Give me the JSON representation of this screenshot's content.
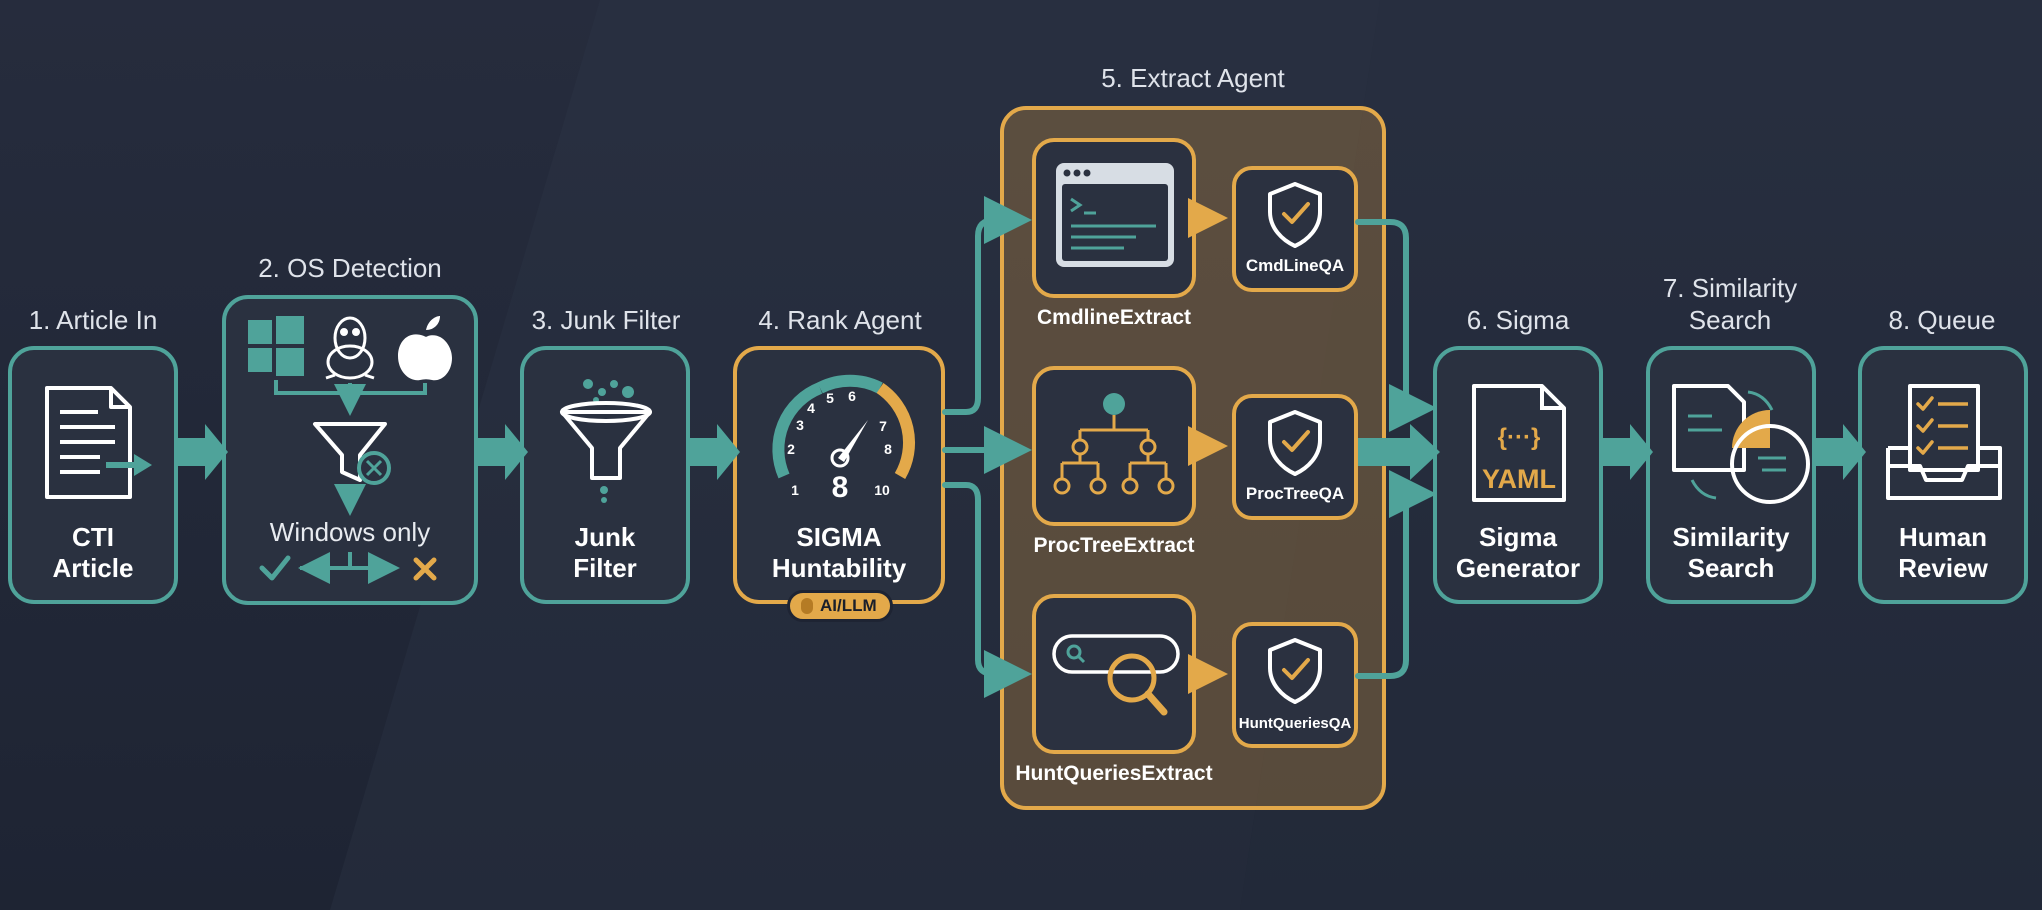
{
  "stages": [
    {
      "label": "1. Article In",
      "title_line1": "CTI",
      "title_line2": "Article"
    },
    {
      "label": "2. OS Detection",
      "note": "Windows only"
    },
    {
      "label": "3. Junk Filter",
      "title_line1": "Junk",
      "title_line2": "Filter"
    },
    {
      "label": "4. Rank Agent",
      "title_line1": "SIGMA",
      "title_line2": "Huntability",
      "badge": "AI/LLM",
      "gauge_value": "8",
      "gauge_ticks": [
        "1",
        "2",
        "3",
        "4",
        "5",
        "6",
        "7",
        "8",
        "10"
      ]
    },
    {
      "label": "5. Extract Agent"
    },
    {
      "label": "6. Sigma",
      "title_line1": "Sigma",
      "title_line2": "Generator",
      "icon_text": "YAML",
      "icon_braces": "{···}"
    },
    {
      "label_line1": "7. Similarity",
      "label_line2": "Search",
      "title_line1": "Similarity",
      "title_line2": "Search"
    },
    {
      "label": "8. Queue",
      "title_line1": "Human",
      "title_line2": "Review"
    }
  ],
  "extractors": [
    {
      "name": "CmdlineExtract",
      "qa": "CmdLineQA"
    },
    {
      "name": "ProcTreeExtract",
      "qa": "ProcTreeQA"
    },
    {
      "name": "HuntQueriesExtract",
      "qa": "HuntQueriesQA"
    }
  ],
  "colors": {
    "background": "#232a3a",
    "teal": "#4fa39a",
    "orange": "#e3a94a",
    "box_fill": "#2a3140",
    "text": "#ffffff"
  },
  "icons": [
    "document-arrow-icon",
    "windows-icon",
    "linux-icon",
    "apple-icon",
    "filter-x-icon",
    "check-icon",
    "cross-icon",
    "funnel-icon",
    "gauge-icon",
    "terminal-icon",
    "tree-icon",
    "search-query-icon",
    "shield-check-icon",
    "yaml-file-icon",
    "compare-docs-icon",
    "inbox-checklist-icon"
  ]
}
